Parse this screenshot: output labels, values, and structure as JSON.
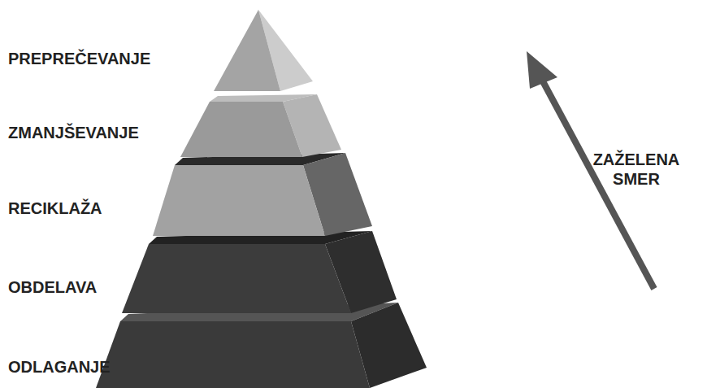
{
  "diagram": {
    "labels": [
      "PREPREČEVANJE",
      "ZMANJŠEVANJE",
      "RECIKLAŽA",
      "OBDELAVA",
      "ODLAGANJE",
      "ZAŽELENA SMER"
    ]
  }
}
